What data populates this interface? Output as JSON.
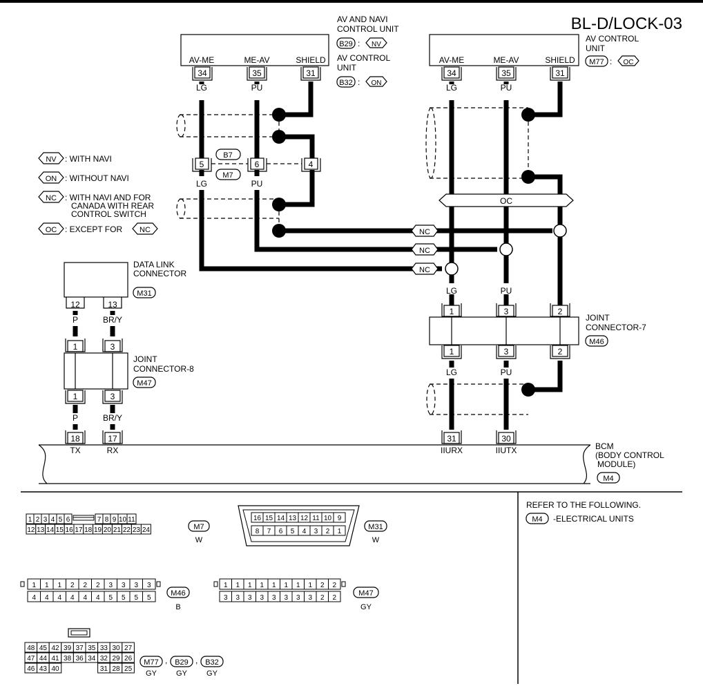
{
  "header": {
    "code": "BL-D/LOCK-03"
  },
  "legend": {
    "nv_tag": "NV",
    "nv_text": ": WITH NAVI",
    "on_tag": "ON",
    "on_text": ": WITHOUT NAVI",
    "nc_tag": "NC",
    "nc_text_1": ": WITH NAVI AND FOR",
    "nc_text_2": "CANADA WITH REAR",
    "nc_text_3": "CONTROL SWITCH",
    "oc_tag": "OC",
    "oc_text": ": EXCEPT FOR",
    "oc_ref": "NC"
  },
  "unit_left": {
    "label_1": "AV AND NAVI",
    "label_2": "CONTROL UNIT",
    "conn_1": "B29",
    "tag_1": "NV",
    "label_3": "AV CONTROL",
    "label_4": "UNIT",
    "conn_2": "B32",
    "tag_2": "ON",
    "pin_names": [
      "AV-ME",
      "ME-AV",
      "SHIELD"
    ],
    "pins": [
      "34",
      "35",
      "31"
    ]
  },
  "unit_right": {
    "label_1": "AV CONTROL",
    "label_2": "UNIT",
    "conn": "M77",
    "tag": "OC",
    "pin_names": [
      "AV-ME",
      "ME-AV",
      "SHIELD"
    ],
    "pins": [
      "34",
      "35",
      "31"
    ]
  },
  "wires": {
    "lg": "LG",
    "pu": "PU",
    "p": "P",
    "bry": "BR/Y"
  },
  "inline": {
    "conn_b": "B7",
    "conn_m": "M7",
    "pins": [
      "5",
      "6",
      "4"
    ]
  },
  "oc_bar": "OC",
  "nc_tags": [
    "NC",
    "NC",
    "NC"
  ],
  "dlc": {
    "label_1": "DATA LINK",
    "label_2": "CONNECTOR",
    "conn": "M31",
    "pins": [
      "12",
      "13"
    ]
  },
  "jc8": {
    "label_1": "JOINT",
    "label_2": "CONNECTOR-8",
    "conn": "M47",
    "pins_top": [
      "1",
      "3"
    ],
    "pins_bottom": [
      "1",
      "3"
    ]
  },
  "jc7": {
    "label_1": "JOINT",
    "label_2": "CONNECTOR-7",
    "conn": "M46",
    "pins_top": [
      "1",
      "3",
      "2"
    ],
    "pins_bottom": [
      "1",
      "3",
      "2"
    ]
  },
  "bcm": {
    "label_1": "BCM",
    "label_2": "(BODY CONTROL",
    "label_3": "MODULE)",
    "conn": "M4",
    "pins": [
      "18",
      "17",
      "31",
      "30"
    ],
    "pin_names": [
      "TX",
      "RX",
      "IIURX",
      "IIUTX"
    ]
  },
  "refer": {
    "title": "REFER TO THE FOLLOWING.",
    "conn": "M4",
    "text": "-ELECTRICAL UNITS"
  },
  "faces": {
    "m7": {
      "top": [
        "1",
        "2",
        "3",
        "4",
        "5",
        "6",
        "",
        "7",
        "8",
        "9",
        "10",
        "11"
      ],
      "bottom": [
        "12",
        "13",
        "14",
        "15",
        "16",
        "17",
        "18",
        "19",
        "20",
        "21",
        "22",
        "23",
        "24"
      ],
      "conn": "M7",
      "color": "W"
    },
    "m31": {
      "top": [
        "16",
        "15",
        "14",
        "13",
        "12",
        "11",
        "10",
        "9"
      ],
      "bottom": [
        "8",
        "7",
        "6",
        "5",
        "4",
        "3",
        "2",
        "1"
      ],
      "conn": "M31",
      "color": "W"
    },
    "m46": {
      "top": [
        "1",
        "1",
        "1",
        "2",
        "2",
        "2",
        "3",
        "3",
        "3",
        "3"
      ],
      "bottom": [
        "4",
        "4",
        "4",
        "4",
        "4",
        "4",
        "5",
        "5",
        "5",
        "5"
      ],
      "conn": "M46",
      "color": "B"
    },
    "m47": {
      "top": [
        "1",
        "1",
        "1",
        "1",
        "1",
        "1",
        "1",
        "1",
        "2",
        "2"
      ],
      "bottom": [
        "3",
        "3",
        "3",
        "3",
        "3",
        "3",
        "3",
        "3",
        "2",
        "2"
      ],
      "conn": "M47",
      "color": "GY"
    },
    "m77": {
      "row1": [
        "48",
        "45",
        "42",
        "39",
        "37",
        "35",
        "33",
        "30",
        "27"
      ],
      "row2": [
        "47",
        "44",
        "41",
        "38",
        "36",
        "34",
        "32",
        "29",
        "26"
      ],
      "row3a": [
        "46",
        "43",
        "40"
      ],
      "row3b": [
        "31",
        "28",
        "25"
      ],
      "conns": [
        "M77",
        "B29",
        "B32"
      ],
      "color": "GY",
      "sep": ","
    }
  }
}
